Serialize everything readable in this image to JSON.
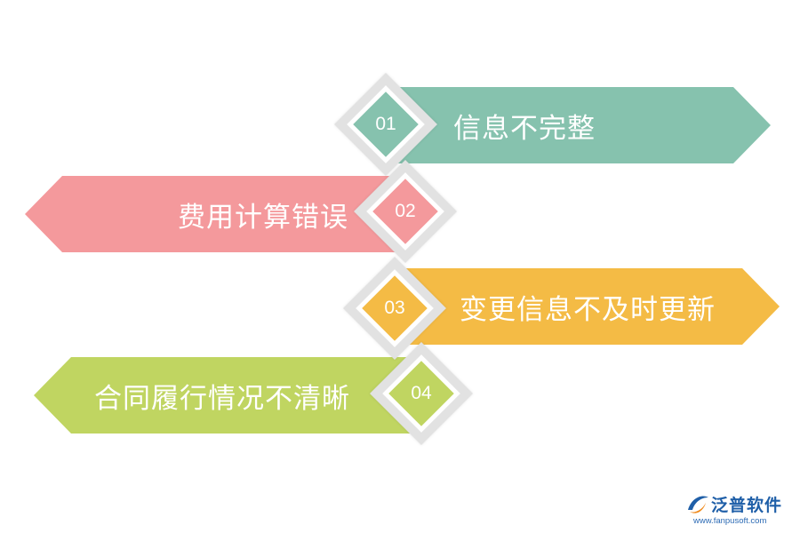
{
  "items": [
    {
      "number": "01",
      "label": "信息不完整",
      "color": "#86c2ae"
    },
    {
      "number": "02",
      "label": "费用计算错误",
      "color": "#f4999c"
    },
    {
      "number": "03",
      "label": "变更信息不及时更新",
      "color": "#f4bb45"
    },
    {
      "number": "04",
      "label": "合同履行情况不清晰",
      "color": "#c0d561"
    }
  ],
  "logo": {
    "brand": "泛普软件",
    "url": "www.fanpusoft.com",
    "colors": {
      "blue": "#1f5fa8",
      "orange": "#f08a1c"
    }
  }
}
